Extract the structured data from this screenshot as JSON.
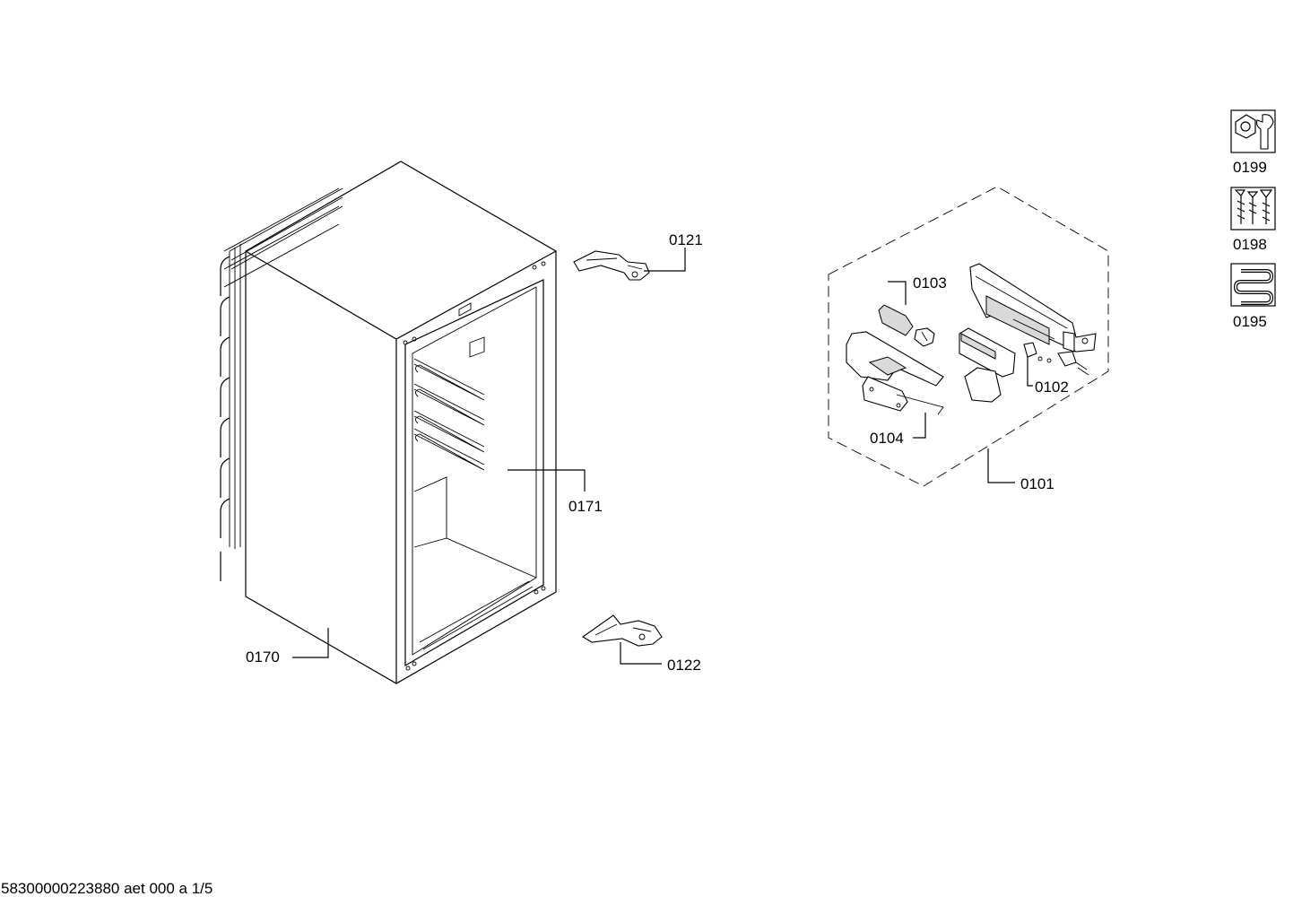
{
  "parts": {
    "p0170": "0170",
    "p0171": "0171",
    "p0121": "0121",
    "p0122": "0122",
    "p0101": "0101",
    "p0102": "0102",
    "p0103": "0103",
    "p0104": "0104"
  },
  "legend": {
    "tools": "0199",
    "screws": "0198",
    "cables": "0195"
  },
  "footer": {
    "document_id": "58300000223880 aet 000 a  1/5"
  }
}
